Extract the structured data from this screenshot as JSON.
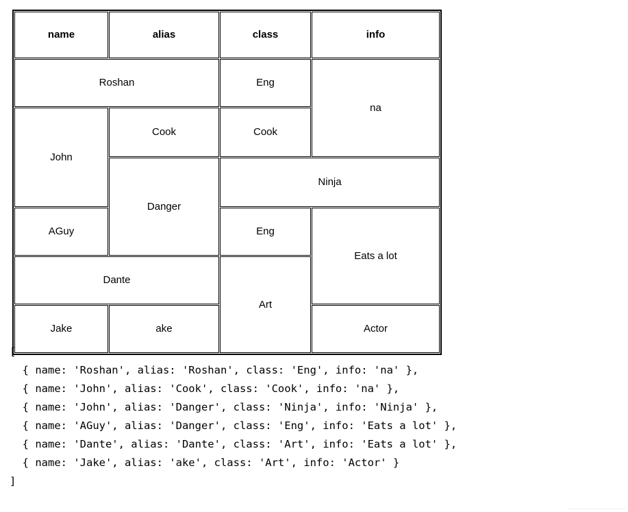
{
  "table": {
    "headers": [
      "name",
      "alias",
      "class",
      "info"
    ],
    "cells": {
      "roshan": "Roshan",
      "eng1": "Eng",
      "na": "na",
      "john": "John",
      "cook": "Cook",
      "danger": "Danger",
      "ninja": "Ninja",
      "aguy": "AGuy",
      "eng2": "Eng",
      "eats_a_lot": "Eats a lot",
      "dante": "Dante",
      "art": "Art",
      "jake": "Jake",
      "ake": "ake",
      "actor": "Actor"
    },
    "rows": [
      {
        "name": "Roshan",
        "alias": "Roshan",
        "class": "Eng",
        "info": "na"
      },
      {
        "name": "John",
        "alias": "Cook",
        "class": "Cook",
        "info": "na"
      },
      {
        "name": "John",
        "alias": "Danger",
        "class": "Ninja",
        "info": "Ninja"
      },
      {
        "name": "AGuy",
        "alias": "Danger",
        "class": "Eng",
        "info": "Eats a lot"
      },
      {
        "name": "Dante",
        "alias": "Dante",
        "class": "Art",
        "info": "Eats a lot"
      },
      {
        "name": "Jake",
        "alias": "ake",
        "class": "Art",
        "info": "Actor"
      }
    ]
  },
  "code": {
    "text": "[\n  { name: 'Roshan', alias: 'Roshan', class: 'Eng', info: 'na' },\n  { name: 'John', alias: 'Cook', class: 'Cook', info: 'na' },\n  { name: 'John', alias: 'Danger', class: 'Ninja', info: 'Ninja' },\n  { name: 'AGuy', alias: 'Danger', class: 'Eng', info: 'Eats a lot' },\n  { name: 'Dante', alias: 'Dante', class: 'Art', info: 'Eats a lot' },\n  { name: 'Jake', alias: 'ake', class: 'Art', info: 'Actor' }\n]"
  },
  "colors": {
    "border": "#000000",
    "background": "#ffffff",
    "text": "#000000"
  }
}
